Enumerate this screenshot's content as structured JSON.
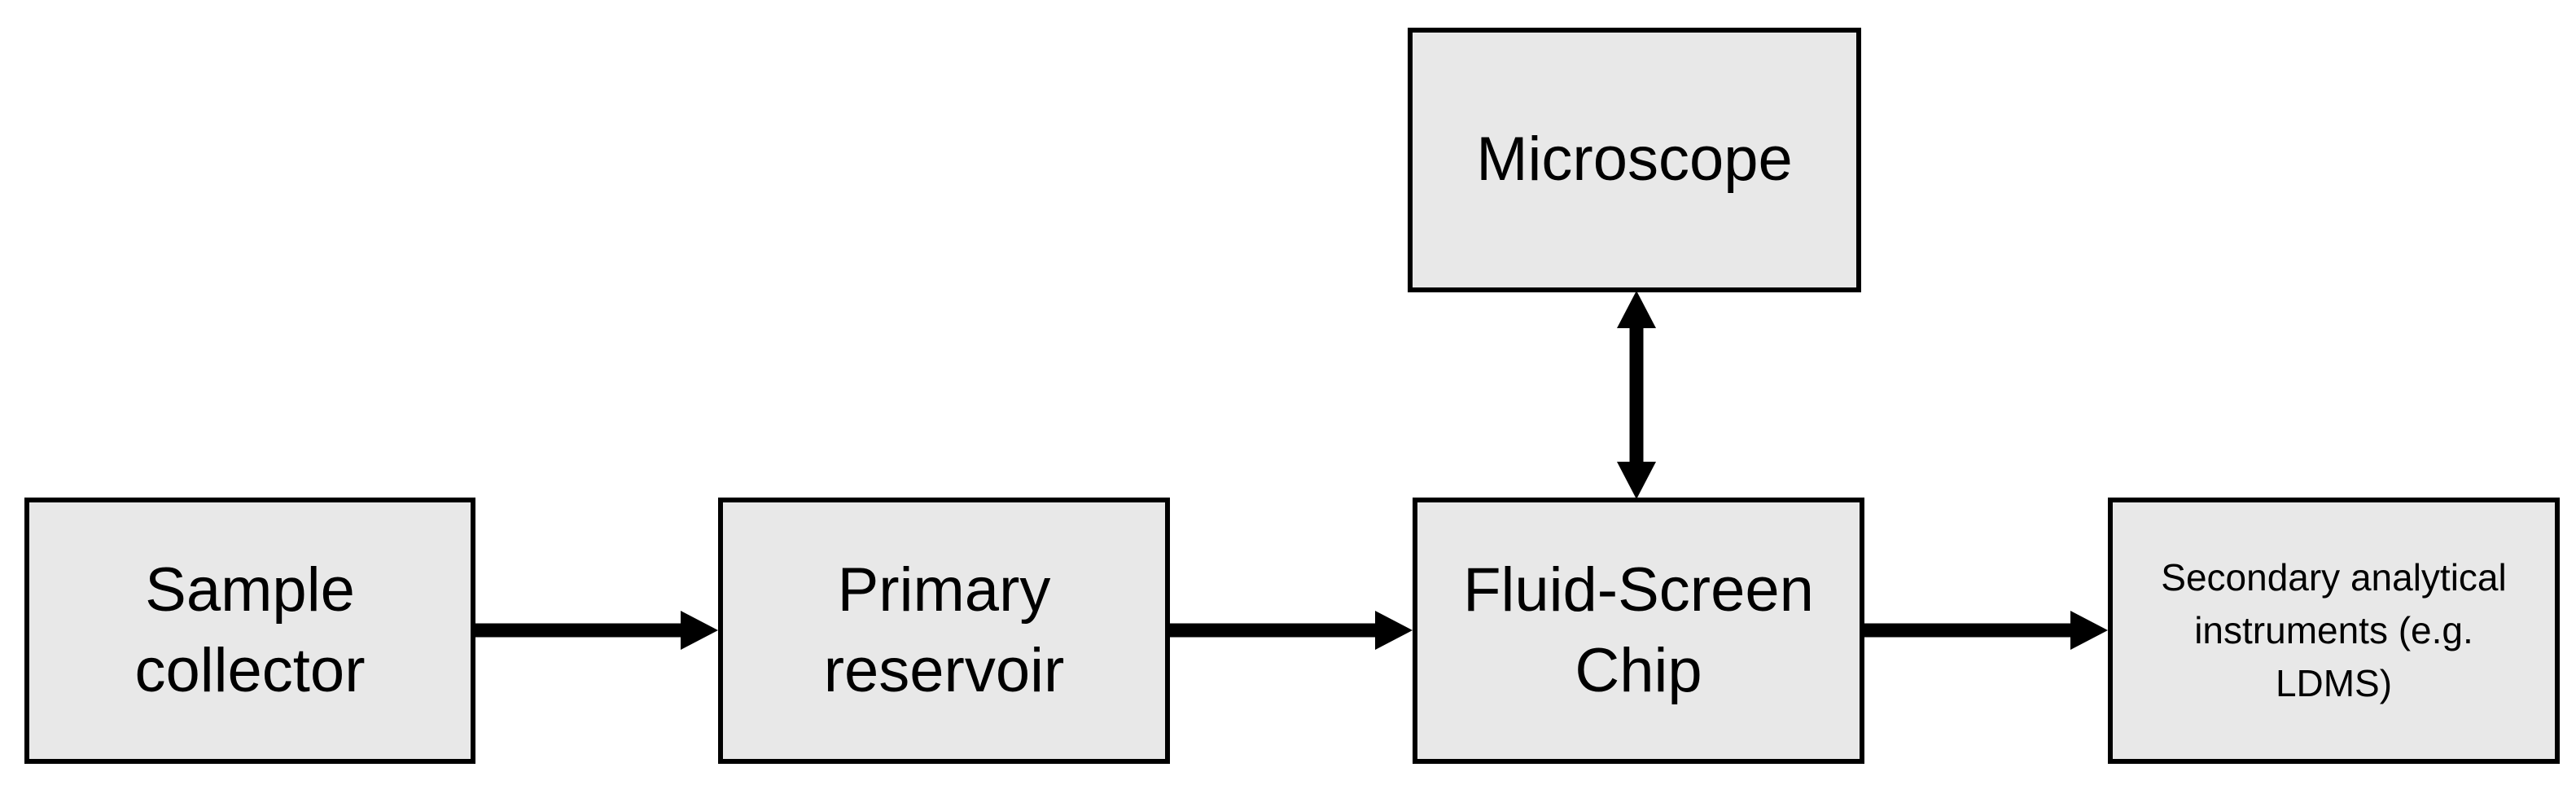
{
  "theme": {
    "background": "#ffffff",
    "node_fill": "#e8e8e8",
    "node_border": "#000000",
    "arrow_color": "#000000",
    "text_color": "#000000"
  },
  "diagram": {
    "nodes": {
      "microscope": {
        "label": "Microscope"
      },
      "sample_collector": {
        "label": "Sample\ncollector"
      },
      "primary_reservoir": {
        "label": "Primary\nreservoir"
      },
      "fluid_screen_chip": {
        "label": "Fluid-Screen\nChip"
      },
      "secondary_instruments": {
        "label": "Secondary analytical\ninstruments (e.g.\nLDMS)"
      }
    },
    "edges": [
      {
        "from": "sample_collector",
        "to": "primary_reservoir",
        "type": "arrow"
      },
      {
        "from": "primary_reservoir",
        "to": "fluid_screen_chip",
        "type": "arrow"
      },
      {
        "from": "fluid_screen_chip",
        "to": "secondary_instruments",
        "type": "arrow"
      },
      {
        "from": "fluid_screen_chip",
        "to": "microscope",
        "type": "double-arrow"
      }
    ]
  }
}
